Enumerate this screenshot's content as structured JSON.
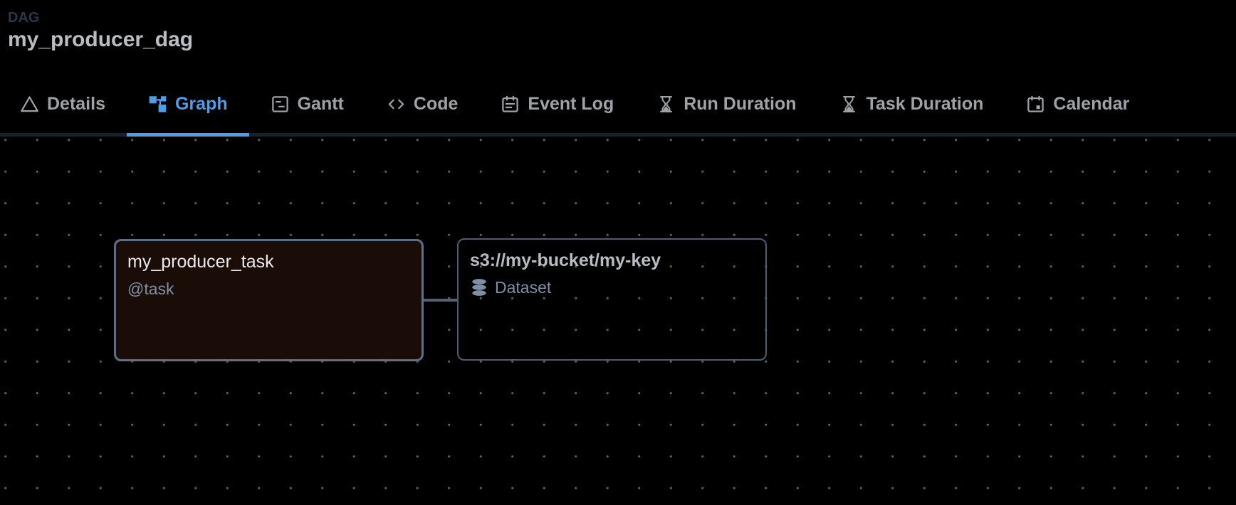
{
  "header": {
    "kicker": "DAG",
    "title": "my_producer_dag"
  },
  "tabs": [
    {
      "label": "Details",
      "icon": "warning-triangle-icon",
      "active": false
    },
    {
      "label": "Graph",
      "icon": "graph-tree-icon",
      "active": true
    },
    {
      "label": "Gantt",
      "icon": "gantt-chart-icon",
      "active": false
    },
    {
      "label": "Code",
      "icon": "code-brackets-icon",
      "active": false
    },
    {
      "label": "Event Log",
      "icon": "event-log-icon",
      "active": false
    },
    {
      "label": "Run Duration",
      "icon": "hourglass-icon",
      "active": false
    },
    {
      "label": "Task Duration",
      "icon": "hourglass-icon",
      "active": false
    },
    {
      "label": "Calendar",
      "icon": "calendar-icon",
      "active": false
    }
  ],
  "graph": {
    "nodes": [
      {
        "id": "my_producer_task",
        "title": "my_producer_task",
        "subtitle": "@task",
        "type": "task",
        "selected": true
      },
      {
        "id": "s3://my-bucket/my-key",
        "title": "s3://my-bucket/my-key",
        "subtitle": "Dataset",
        "type": "dataset",
        "icon": "database-icon"
      }
    ],
    "edges": [
      {
        "from": "my_producer_task",
        "to": "s3://my-bucket/my-key"
      }
    ]
  },
  "colors": {
    "bg": "#000000",
    "accent": "#4f9ce8",
    "tab-text": "#9ea2a7",
    "tabbar-border": "#1a2230",
    "kicker": "#2b3647",
    "title": "#b9bdc2",
    "node-border": "#5f7086",
    "node-border-dim": "#4e5d72",
    "task-fill": "#1a0c06",
    "muted-slate": "#7e8fa5",
    "node-title": "#e8eaed",
    "dataset-title": "#b8bdc3",
    "edge": "#526174"
  }
}
